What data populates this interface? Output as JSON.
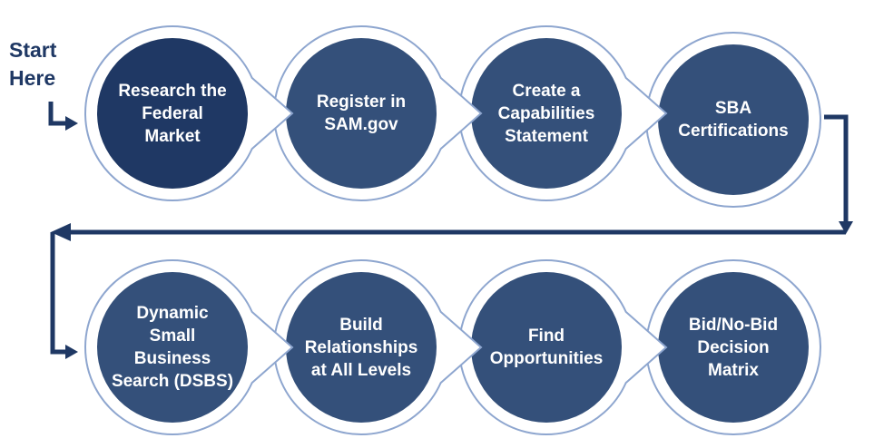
{
  "start": {
    "line1": "Start",
    "line2": "Here"
  },
  "colors": {
    "circle_fill": "#34507a",
    "first_circle_fill": "#1f3864",
    "ring_fill": "#ffffff",
    "ring_stroke": "#8ea6cf",
    "connector": "#1f3864"
  },
  "steps": [
    {
      "label": "Research the\nFederal\nMarket"
    },
    {
      "label": "Register in\nSAM.gov"
    },
    {
      "label": "Create a\nCapabilities\nStatement"
    },
    {
      "label": "SBA\nCertifications"
    },
    {
      "label": "Dynamic\nSmall\nBusiness\nSearch (DSBS)"
    },
    {
      "label": "Build\nRelationships\nat All Levels"
    },
    {
      "label": "Find\nOpportunities"
    },
    {
      "label": "Bid/No-Bid\nDecision\nMatrix"
    }
  ]
}
